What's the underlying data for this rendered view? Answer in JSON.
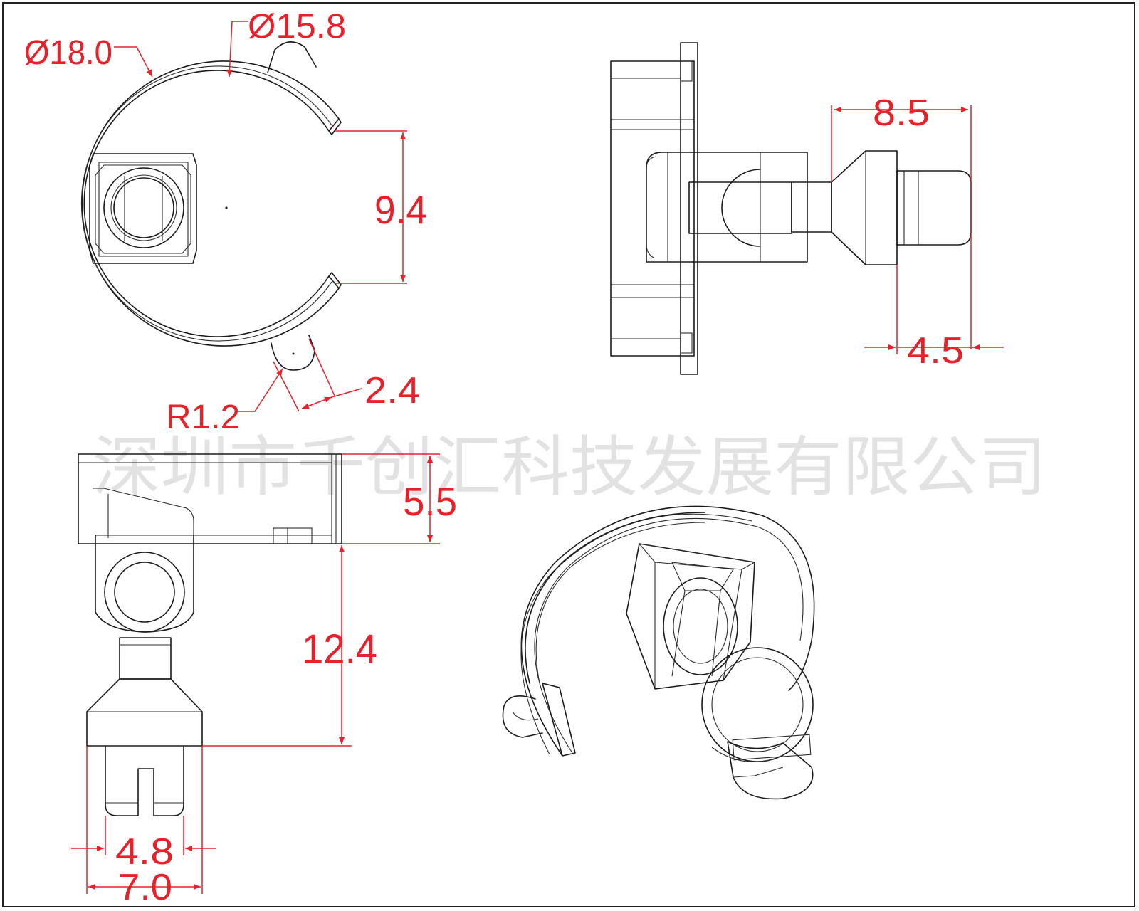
{
  "drawing": {
    "title": "",
    "watermark": "深圳市千创汇科技发展有限公司",
    "colors": {
      "line": "#1a1a1a",
      "dimension": "#e8202a",
      "watermark": "#d9d9d9",
      "background": "#ffffff"
    }
  },
  "views": {
    "top_view": {
      "dimensions": {
        "outer_diameter": "Ø18.0",
        "inner_diameter": "Ø15.8",
        "opening_width": "9.4",
        "tab_radius": "R1.2",
        "tab_width": "2.4"
      }
    },
    "side_view": {
      "dimensions": {
        "pin_offset": "8.5",
        "pin_length": "4.5"
      }
    },
    "front_view": {
      "dimensions": {
        "ring_height": "5.5",
        "pin_height": "12.4",
        "leg_gap": "4.8",
        "base_width": "7.0"
      }
    },
    "iso_view": {}
  }
}
